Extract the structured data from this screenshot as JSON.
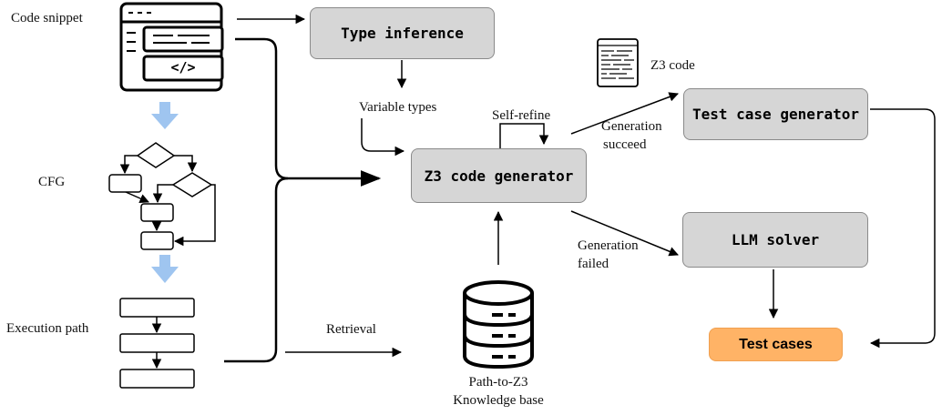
{
  "colors": {
    "box_fill": "#d6d6d6",
    "result_fill": "#ffb366",
    "flow_arrow": "#9fc5f0",
    "line": "#000000"
  },
  "left_column": {
    "code_snippet_label": "Code snippet",
    "cfg_label": "CFG",
    "execution_path_label": "Execution path",
    "code_tag": "</>"
  },
  "nodes": {
    "type_inference": "Type inference",
    "z3_code_generator": "Z3 code generator",
    "test_case_generator": "Test case generator",
    "llm_solver": "LLM solver",
    "test_cases": "Test cases"
  },
  "edge_labels": {
    "variable_types": "Variable types",
    "self_refine": "Self-refine",
    "generation_succeed_line1": "Generation",
    "generation_succeed_line2": "succeed",
    "generation_failed_line1": "Generation",
    "generation_failed_line2": "failed",
    "retrieval": "Retrieval",
    "z3_code": "Z3 code"
  },
  "knowledge_base": {
    "line1": "Path-to-Z3",
    "line2": "Knowledge base"
  },
  "icons": [
    "code-snippet-icon",
    "z3-code-document-icon",
    "database-icon",
    "down-arrow-icon"
  ]
}
